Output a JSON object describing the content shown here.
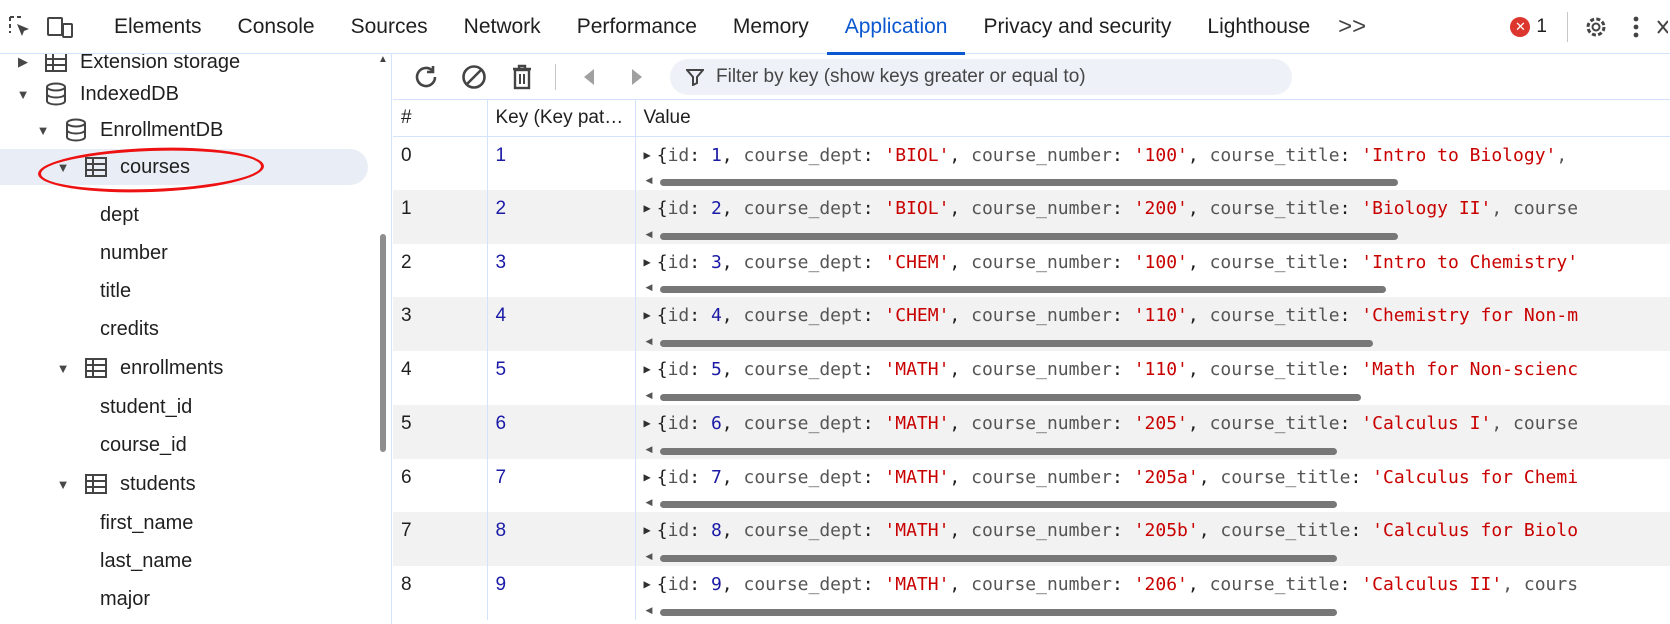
{
  "tabs": [
    "Elements",
    "Console",
    "Sources",
    "Network",
    "Performance",
    "Memory",
    "Application",
    "Privacy and security",
    "Lighthouse"
  ],
  "active_tab": "Application",
  "more_tabs": ">>",
  "error_count": "1",
  "error_glyph": "✕",
  "sidebar": {
    "extension_storage": "Extension storage",
    "indexeddb": "IndexedDB",
    "database": "EnrollmentDB",
    "stores": [
      {
        "name": "courses",
        "indexes": [
          "dept",
          "number",
          "title",
          "credits"
        ]
      },
      {
        "name": "enrollments",
        "indexes": [
          "student_id",
          "course_id"
        ]
      },
      {
        "name": "students",
        "indexes": [
          "first_name",
          "last_name",
          "major"
        ]
      }
    ]
  },
  "filter_placeholder": "Filter by key (show keys greater or equal to)",
  "columns": {
    "num": "#",
    "key": "Key (Key pat…",
    "value": "Value"
  },
  "rows": [
    {
      "num": "0",
      "key": "1",
      "id": "1",
      "dept": "'BIOL'",
      "number": "'100'",
      "title": "'Intro to Biology'",
      "tail": ","
    },
    {
      "num": "1",
      "key": "2",
      "id": "2",
      "dept": "'BIOL'",
      "number": "'200'",
      "title": "'Biology II'",
      "tail": ", course"
    },
    {
      "num": "2",
      "key": "3",
      "id": "3",
      "dept": "'CHEM'",
      "number": "'100'",
      "title": "'Intro to Chemistry'",
      "tail": ""
    },
    {
      "num": "3",
      "key": "4",
      "id": "4",
      "dept": "'CHEM'",
      "number": "'110'",
      "title": "'Chemistry for Non-m",
      "tail": ""
    },
    {
      "num": "4",
      "key": "5",
      "id": "5",
      "dept": "'MATH'",
      "number": "'110'",
      "title": "'Math for Non-scienc",
      "tail": ""
    },
    {
      "num": "5",
      "key": "6",
      "id": "6",
      "dept": "'MATH'",
      "number": "'205'",
      "title": "'Calculus I'",
      "tail": ", course"
    },
    {
      "num": "6",
      "key": "7",
      "id": "7",
      "dept": "'MATH'",
      "number": "'205a'",
      "title": "'Calculus for Chemi",
      "tail": ""
    },
    {
      "num": "7",
      "key": "8",
      "id": "8",
      "dept": "'MATH'",
      "number": "'205b'",
      "title": "'Calculus for Biolo",
      "tail": ""
    },
    {
      "num": "8",
      "key": "9",
      "id": "9",
      "dept": "'MATH'",
      "number": "'206'",
      "title": "'Calculus II'",
      "tail": ", cours"
    }
  ],
  "scroll_fractions": [
    0.6,
    0.6,
    0.59,
    0.58,
    0.57,
    0.55,
    0.55,
    0.55,
    0.55
  ],
  "field_names": {
    "id": "id",
    "dept": "course_dept",
    "number": "course_number",
    "title": "course_title"
  },
  "colors": {
    "accent": "#0b57d0",
    "error": "#dc362e",
    "string": "#c80000",
    "number": "#1a1aa6",
    "annotation": "#ee1111"
  }
}
